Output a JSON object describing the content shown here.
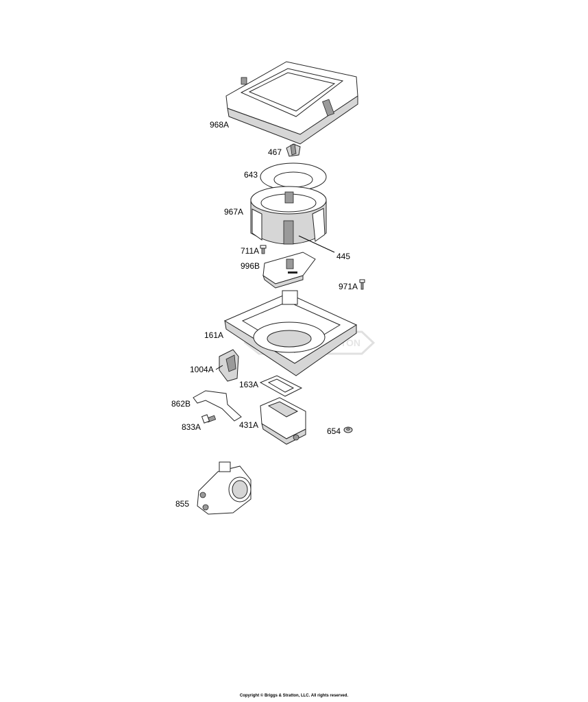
{
  "diagram": {
    "parts": [
      {
        "id": "968A",
        "label": "968A"
      },
      {
        "id": "467",
        "label": "467"
      },
      {
        "id": "643",
        "label": "643"
      },
      {
        "id": "967A",
        "label": "967A"
      },
      {
        "id": "445",
        "label": "445"
      },
      {
        "id": "711A",
        "label": "711A"
      },
      {
        "id": "996B",
        "label": "996B"
      },
      {
        "id": "971A",
        "label": "971A"
      },
      {
        "id": "161A",
        "label": "161A"
      },
      {
        "id": "1004A",
        "label": "1004A"
      },
      {
        "id": "163A",
        "label": "163A"
      },
      {
        "id": "862B",
        "label": "862B"
      },
      {
        "id": "833A",
        "label": "833A"
      },
      {
        "id": "431A",
        "label": "431A"
      },
      {
        "id": "654",
        "label": "654"
      },
      {
        "id": "855",
        "label": "855"
      }
    ],
    "watermark": "BRIGGS & STRATTON"
  },
  "footer": {
    "copyright": "Copyright © Briggs & Stratton, LLC. All rights reserved."
  }
}
